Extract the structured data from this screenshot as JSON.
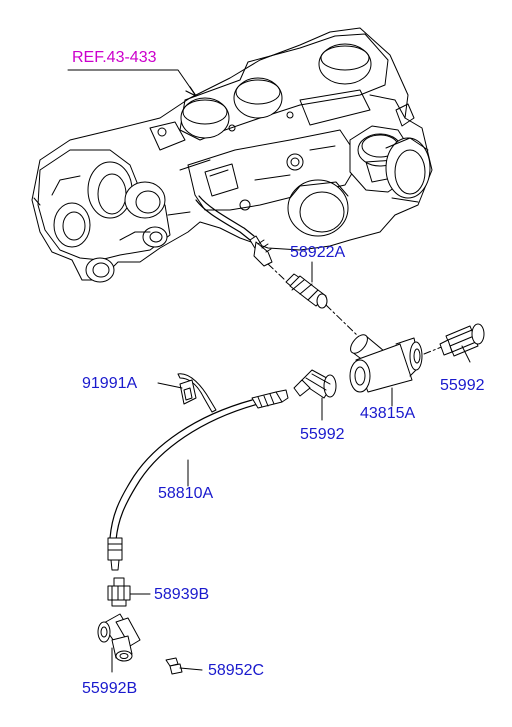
{
  "reference": {
    "text": "REF.43-433",
    "color": "#cc00cc"
  },
  "label_color": "#1a1acd",
  "parts": [
    {
      "id": "p-58922a",
      "text": "58922A"
    },
    {
      "id": "p-91991a",
      "text": "91991A"
    },
    {
      "id": "p-55992-right",
      "text": "55992"
    },
    {
      "id": "p-43815a",
      "text": "43815A"
    },
    {
      "id": "p-55992-mid",
      "text": "55992"
    },
    {
      "id": "p-58810a",
      "text": "58810A"
    },
    {
      "id": "p-58939b",
      "text": "58939B"
    },
    {
      "id": "p-58952c",
      "text": "58952C"
    },
    {
      "id": "p-55992b",
      "text": "55992B"
    }
  ]
}
